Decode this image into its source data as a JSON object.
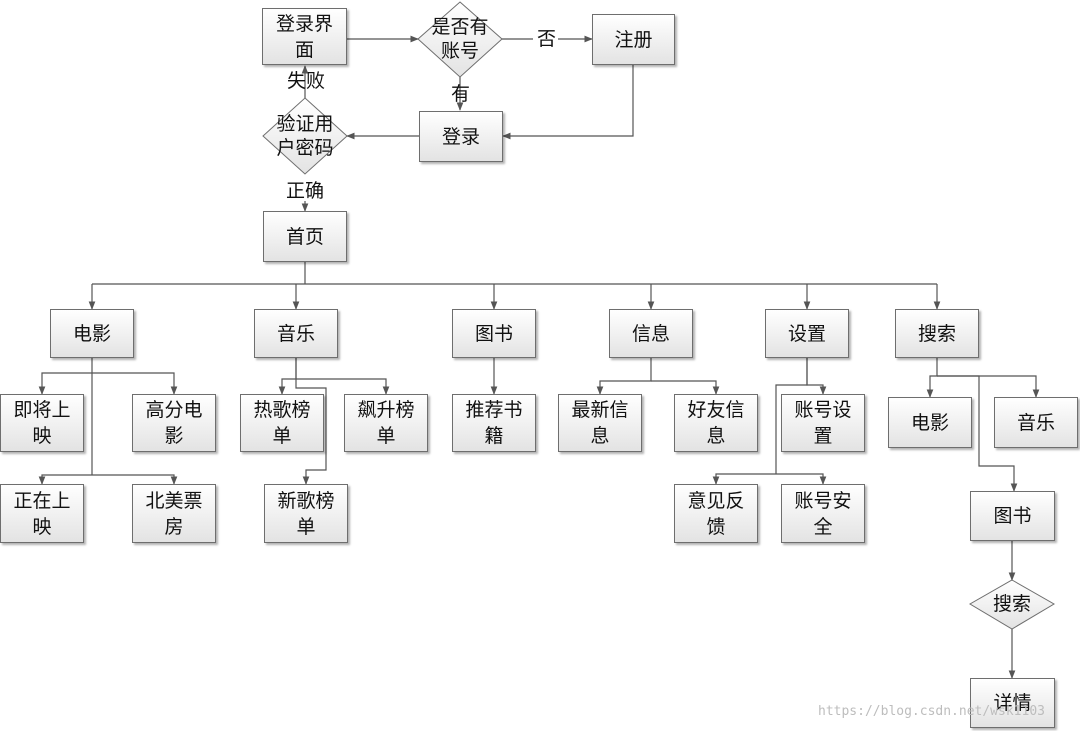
{
  "nodes": {
    "login_page": "登录界面",
    "has_account": "是否有账号",
    "register": "注册",
    "login": "登录",
    "verify": "验证用户密码",
    "home": "首页",
    "movie": "电影",
    "music": "音乐",
    "books": "图书",
    "info": "信息",
    "settings": "设置",
    "search": "搜索",
    "coming_soon": "即将上映",
    "high_rated": "高分电影",
    "now_showing": "正在上映",
    "na_box_office": "北美票房",
    "hot_songs": "热歌榜单",
    "rising_songs": "飙升榜单",
    "new_songs": "新歌榜单",
    "recommended_books": "推荐书籍",
    "latest_info": "最新信息",
    "friend_info": "好友信息",
    "account_settings": "账号设置",
    "feedback": "意见反馈",
    "account_security": "账号安全",
    "search_movie": "电影",
    "search_music": "音乐",
    "search_books": "图书",
    "search_action": "搜索",
    "details": "详情"
  },
  "edge_labels": {
    "fail": "失败",
    "no": "否",
    "yes": "有",
    "correct": "正确"
  },
  "watermark": "https://blog.csdn.net/wsk1103",
  "colors": {
    "line": "#555555",
    "box_border": "#6e6e6e",
    "box_fill_top": "#ffffff",
    "box_fill_bottom": "#e3e3e3"
  }
}
